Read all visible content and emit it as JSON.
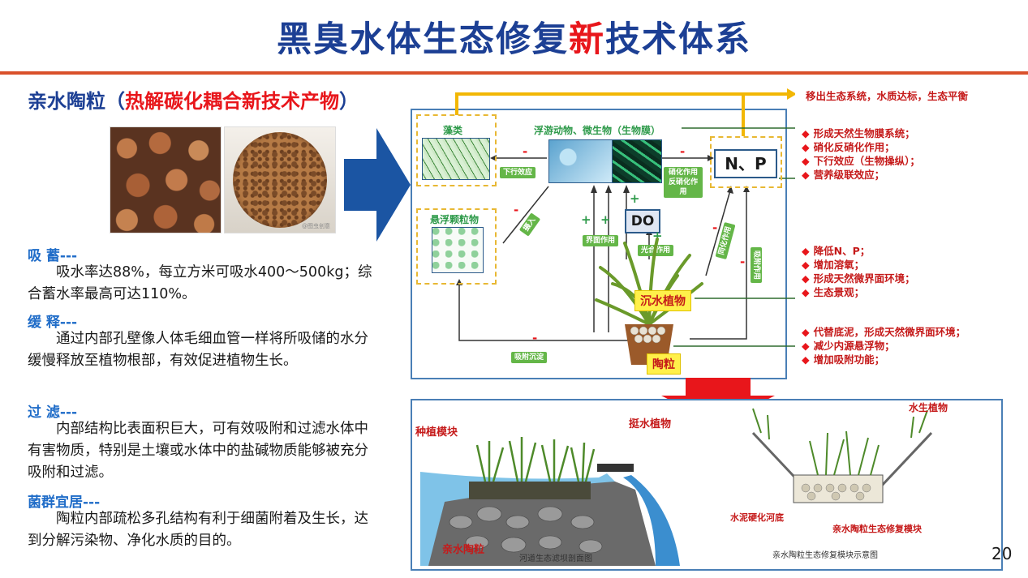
{
  "title": {
    "part1": "黑臭水体生态修复",
    "highlight": "新",
    "part2": "技术体系"
  },
  "subtitle": {
    "main": "亲水陶粒（",
    "red": "热解碳化耦合新技术产物",
    "end": "）"
  },
  "photo_caption": "@图虫创意",
  "sections": [
    {
      "head": "吸 蓄---",
      "body": "吸水率达88%，每立方米可吸水400～500kg；综合蓄水率最高可达110%。"
    },
    {
      "head": "缓 释---",
      "body": "通过内部孔壁像人体毛细血管一样将所吸储的水分缓慢释放至植物根部，有效促进植物生长。"
    },
    {
      "head": "过 滤---",
      "body": "内部结构比表面积巨大，可有效吸附和过滤水体中有害物质，特别是土壤或水体中的盐碱物质能够被充分吸附和过滤。"
    },
    {
      "head": "菌群宜居---",
      "body": "陶粒内部疏松多孔结构有利于细菌附着及生长，达到分解污染物、净化水质的目的。"
    }
  ],
  "diagram": {
    "algae": "藻类",
    "plankton": "浮游动物、微生物（生物膜）",
    "np": "N、P",
    "suspended": "悬浮颗粒物",
    "do": "DO",
    "plants": "沉水植物",
    "ceramsite": "陶粒",
    "tags": {
      "downward": "下行效应",
      "nitrif": "硝化作用",
      "denitrif": "反硝化作用",
      "ingest": "摄入",
      "interface": "界面作用",
      "photo": "光合作用",
      "alleo": "同化作用",
      "adsorb": "吸附作用",
      "settle": "吸附沉淀"
    },
    "signs": {
      "minus": "-",
      "plus": "+"
    }
  },
  "top_note": "移出生态系统，水质达标，生态平衡",
  "notes_1": [
    "形成天然生物膜系统；",
    "硝化反硝化作用；",
    "下行效应（生物操纵）；",
    "营养级联效应；"
  ],
  "notes_2": [
    "降低N、P；",
    "增加溶氧；",
    "形成天然微界面环境；",
    "生态景观；"
  ],
  "notes_3": [
    "代替底泥，形成天然微界面环境；",
    "减少内源悬浮物；",
    "增加吸附功能；"
  ],
  "bottom": {
    "planting_module": "种植模块",
    "emergent": "挺水植物",
    "ceramsite": "亲水陶粒",
    "caption_left": "河道生态滤坝剖面图",
    "aquatic": "水生植物",
    "concrete": "水泥硬化河底",
    "module": "亲水陶粒生态修复模块",
    "caption_right": "亲水陶粒生态修复模块示意图"
  },
  "page_number": "20",
  "colors": {
    "title_blue": "#1c3f94",
    "accent_red": "#e8161b",
    "rule": "#d9502a",
    "green": "#64b648",
    "frame": "#4a7fb6"
  }
}
